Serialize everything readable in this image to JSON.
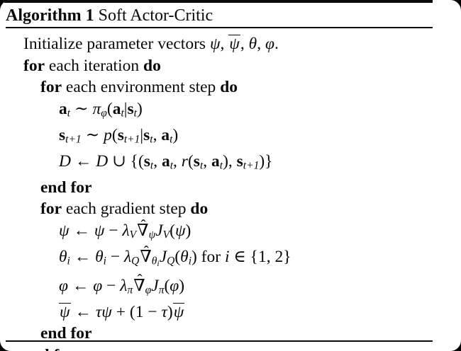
{
  "colors": {
    "ink": "#0a0a0a",
    "paper": "#ffffff",
    "surround": "#000000"
  },
  "header": {
    "label": "Algorithm 1",
    "title": " Soft Actor-Critic"
  },
  "algorithm": {
    "lines": [
      {
        "name": "line-initialize",
        "indent": 1,
        "plain": "Initialize parameter vectors ψ, ψ̄, θ, φ.",
        "tokens": [
          [
            "Initialize parameter vectors ",
            "rm"
          ],
          [
            "ψ",
            "it"
          ],
          [
            ", ",
            "rm"
          ],
          [
            "ψ",
            "ov"
          ],
          [
            ", ",
            "rm"
          ],
          [
            "θ",
            "it"
          ],
          [
            ", ",
            "rm"
          ],
          [
            "φ",
            "it"
          ],
          [
            ".",
            "rm"
          ]
        ]
      },
      {
        "name": "line-for-iteration",
        "indent": 1,
        "plain": "for each iteration do",
        "tokens": [
          [
            "for",
            "kw"
          ],
          [
            " each iteration ",
            "rm"
          ],
          [
            "do",
            "kw"
          ]
        ]
      },
      {
        "name": "line-for-environment-step",
        "indent": 2,
        "plain": "for each environment step do",
        "tokens": [
          [
            "for",
            "kw"
          ],
          [
            " each environment step ",
            "rm"
          ],
          [
            "do",
            "kw"
          ]
        ]
      },
      {
        "name": "line-sample-action",
        "indent": 3,
        "plain": "a_t ~ π_φ(a_t|s_t)",
        "tokens": [
          [
            "a",
            "bf"
          ],
          [
            "t",
            "isub"
          ],
          [
            " ∼ ",
            "rm"
          ],
          [
            "π",
            "it"
          ],
          [
            "φ",
            "isub"
          ],
          [
            "(",
            "rm"
          ],
          [
            "a",
            "bf"
          ],
          [
            "t",
            "isub"
          ],
          [
            "|",
            "rm"
          ],
          [
            "s",
            "bf"
          ],
          [
            "t",
            "isub"
          ],
          [
            ")",
            "rm"
          ]
        ]
      },
      {
        "name": "line-sample-transition",
        "indent": 3,
        "plain": "s_t+1 ~ p(s_t+1|s_t, a_t)",
        "tokens": [
          [
            "s",
            "bf"
          ],
          [
            "t+1",
            "isub"
          ],
          [
            " ∼ ",
            "rm"
          ],
          [
            "p",
            "it"
          ],
          [
            "(",
            "rm"
          ],
          [
            "s",
            "bf"
          ],
          [
            "t+1",
            "isub"
          ],
          [
            "|",
            "rm"
          ],
          [
            "s",
            "bf"
          ],
          [
            "t",
            "isub"
          ],
          [
            ", ",
            "rm"
          ],
          [
            "a",
            "bf"
          ],
          [
            "t",
            "isub"
          ],
          [
            ")",
            "rm"
          ]
        ]
      },
      {
        "name": "line-replay-buffer-update",
        "indent": 3,
        "plain": "D ← D ∪ {(s_t, a_t, r(s_t, a_t), s_t+1)}",
        "tokens": [
          [
            "D",
            "cal"
          ],
          [
            " ← ",
            "rm"
          ],
          [
            "D",
            "cal"
          ],
          [
            " ∪ {(",
            "rm"
          ],
          [
            "s",
            "bf"
          ],
          [
            "t",
            "isub"
          ],
          [
            ", ",
            "rm"
          ],
          [
            "a",
            "bf"
          ],
          [
            "t",
            "isub"
          ],
          [
            ", ",
            "rm"
          ],
          [
            "r",
            "it"
          ],
          [
            "(",
            "rm"
          ],
          [
            "s",
            "bf"
          ],
          [
            "t",
            "isub"
          ],
          [
            ", ",
            "rm"
          ],
          [
            "a",
            "bf"
          ],
          [
            "t",
            "isub"
          ],
          [
            "), ",
            "rm"
          ],
          [
            "s",
            "bf"
          ],
          [
            "t+1",
            "isub"
          ],
          [
            ")}",
            "rm"
          ]
        ]
      },
      {
        "name": "line-end-for-environment",
        "indent": 2,
        "plain": "end for",
        "tokens": [
          [
            "end for",
            "kw"
          ]
        ]
      },
      {
        "name": "line-for-gradient-step",
        "indent": 2,
        "plain": "for each gradient step do",
        "tokens": [
          [
            "for",
            "kw"
          ],
          [
            " each gradient step ",
            "rm"
          ],
          [
            "do",
            "kw"
          ]
        ]
      },
      {
        "name": "line-update-value",
        "indent": 3,
        "plain": "ψ ← ψ − λ_V ∇̂_ψ J_V(ψ)",
        "tokens": [
          [
            "ψ",
            "it"
          ],
          [
            " ← ",
            "rm"
          ],
          [
            "ψ",
            "it"
          ],
          [
            " − ",
            "rm"
          ],
          [
            "λ",
            "it"
          ],
          [
            "V",
            "isub"
          ],
          [
            "∇",
            "hat"
          ],
          [
            "ψ",
            "isub"
          ],
          [
            "J",
            "it"
          ],
          [
            "V",
            "isub"
          ],
          [
            "(",
            "rm"
          ],
          [
            "ψ",
            "it"
          ],
          [
            ")",
            "rm"
          ]
        ]
      },
      {
        "name": "line-update-q",
        "indent": 3,
        "plain": "θ_i ← θ_i − λ_Q ∇̂_θi J_Q(θ_i) for i ∈ {1, 2}",
        "tokens": [
          [
            "θ",
            "it"
          ],
          [
            "i",
            "isub"
          ],
          [
            " ← ",
            "rm"
          ],
          [
            "θ",
            "it"
          ],
          [
            "i",
            "isub"
          ],
          [
            " − ",
            "rm"
          ],
          [
            "λ",
            "it"
          ],
          [
            "Q",
            "isub"
          ],
          [
            "∇",
            "hat"
          ],
          [
            "θ",
            "isub"
          ],
          [
            "i",
            "issub"
          ],
          [
            "J",
            "it"
          ],
          [
            "Q",
            "isub"
          ],
          [
            "(",
            "rm"
          ],
          [
            "θ",
            "it"
          ],
          [
            "i",
            "isub"
          ],
          [
            ") for ",
            "rm"
          ],
          [
            "i",
            "it"
          ],
          [
            " ∈ {1, 2}",
            "rm"
          ]
        ]
      },
      {
        "name": "line-update-policy",
        "indent": 3,
        "plain": "φ ← φ − λ_π ∇̂_φ J_π(φ)",
        "tokens": [
          [
            "φ",
            "it"
          ],
          [
            " ← ",
            "rm"
          ],
          [
            "φ",
            "it"
          ],
          [
            " − ",
            "rm"
          ],
          [
            "λ",
            "it"
          ],
          [
            "π",
            "isub"
          ],
          [
            "∇",
            "hat"
          ],
          [
            "φ",
            "isub"
          ],
          [
            "J",
            "it"
          ],
          [
            "π",
            "isub"
          ],
          [
            "(",
            "rm"
          ],
          [
            "φ",
            "it"
          ],
          [
            ")",
            "rm"
          ]
        ]
      },
      {
        "name": "line-update-target",
        "indent": 3,
        "plain": "ψ̄ ← τψ + (1 − τ)ψ̄",
        "tokens": [
          [
            "ψ",
            "ov"
          ],
          [
            " ← ",
            "rm"
          ],
          [
            "τ",
            "it"
          ],
          [
            "ψ",
            "it"
          ],
          [
            " + (1 − ",
            "rm"
          ],
          [
            "τ",
            "it"
          ],
          [
            ")",
            "rm"
          ],
          [
            "ψ",
            "ov"
          ]
        ]
      },
      {
        "name": "line-end-for-gradient",
        "indent": 2,
        "plain": "end for",
        "tokens": [
          [
            "end for",
            "kw"
          ]
        ]
      },
      {
        "name": "line-end-for-iteration",
        "indent": 1,
        "plain": "end for",
        "tokens": [
          [
            "end for",
            "kw"
          ]
        ]
      }
    ]
  }
}
